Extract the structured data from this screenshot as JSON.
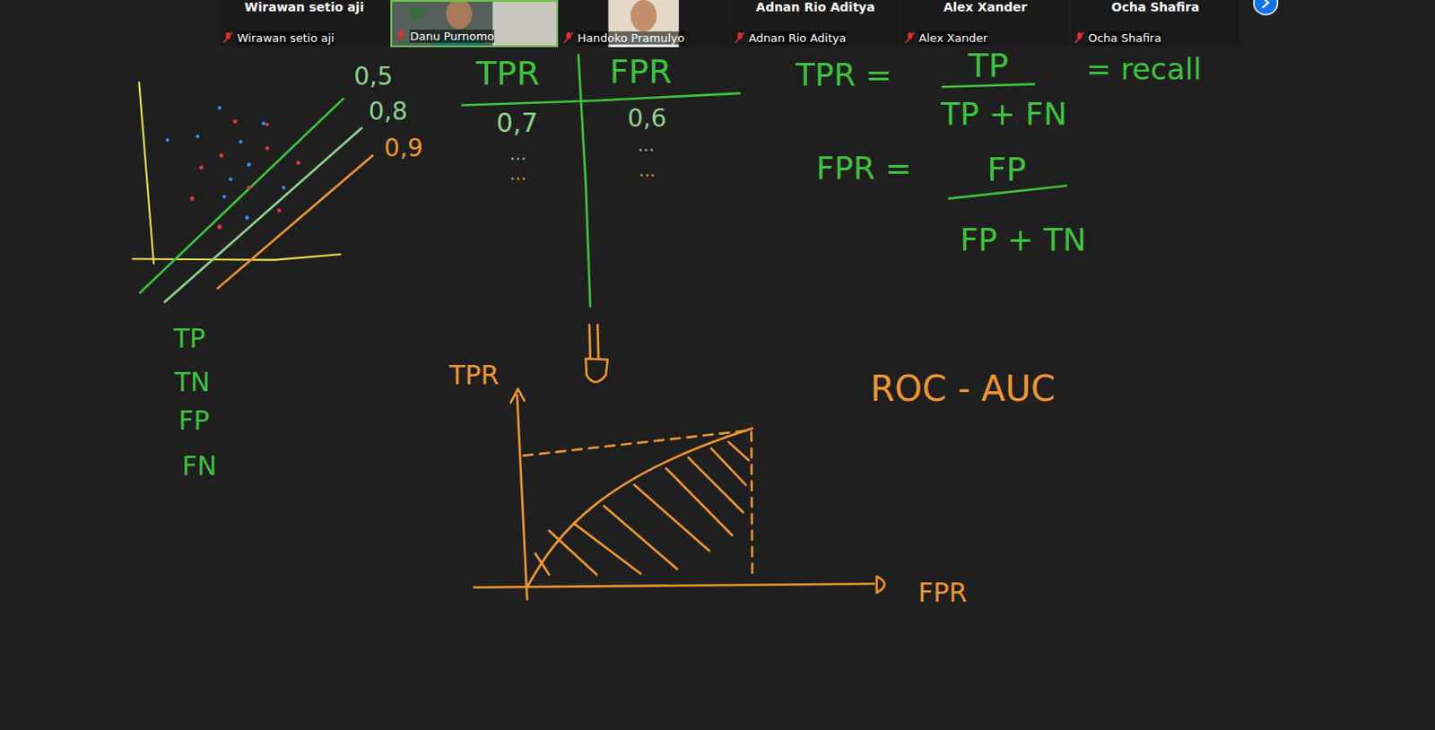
{
  "diagram": {
    "nodes": [
      {
        "text": [
          "Wirawan setio aji",
          "Wirawan setio aji"
        ]
      },
      {
        "text": [
          "Danu Purnomo"
        ]
      },
      {
        "text": [
          "Handoko Pramulyo"
        ]
      },
      {
        "text": [
          "Adnan Rio Aditya",
          "Adnan Rio Aditya"
        ]
      },
      {
        "text": [
          "Alex Xander",
          "Alex Xander"
        ]
      },
      {
        "text": [
          "Ocha Shafira",
          "Ocha Shafira"
        ]
      }
    ],
    "labels": [
      "0,5",
      "0,8",
      "0,9",
      "TP",
      "TN",
      "FP",
      "FN",
      "TPR",
      "FPR",
      "0,7",
      "0,6",
      "...",
      "...",
      "...",
      "...",
      "TPR =",
      "TP",
      "TP + FN",
      "= recall",
      "FPR =",
      "FP",
      "FP + TN",
      "TPR",
      "FPR",
      "ROC - AUC"
    ]
  }
}
